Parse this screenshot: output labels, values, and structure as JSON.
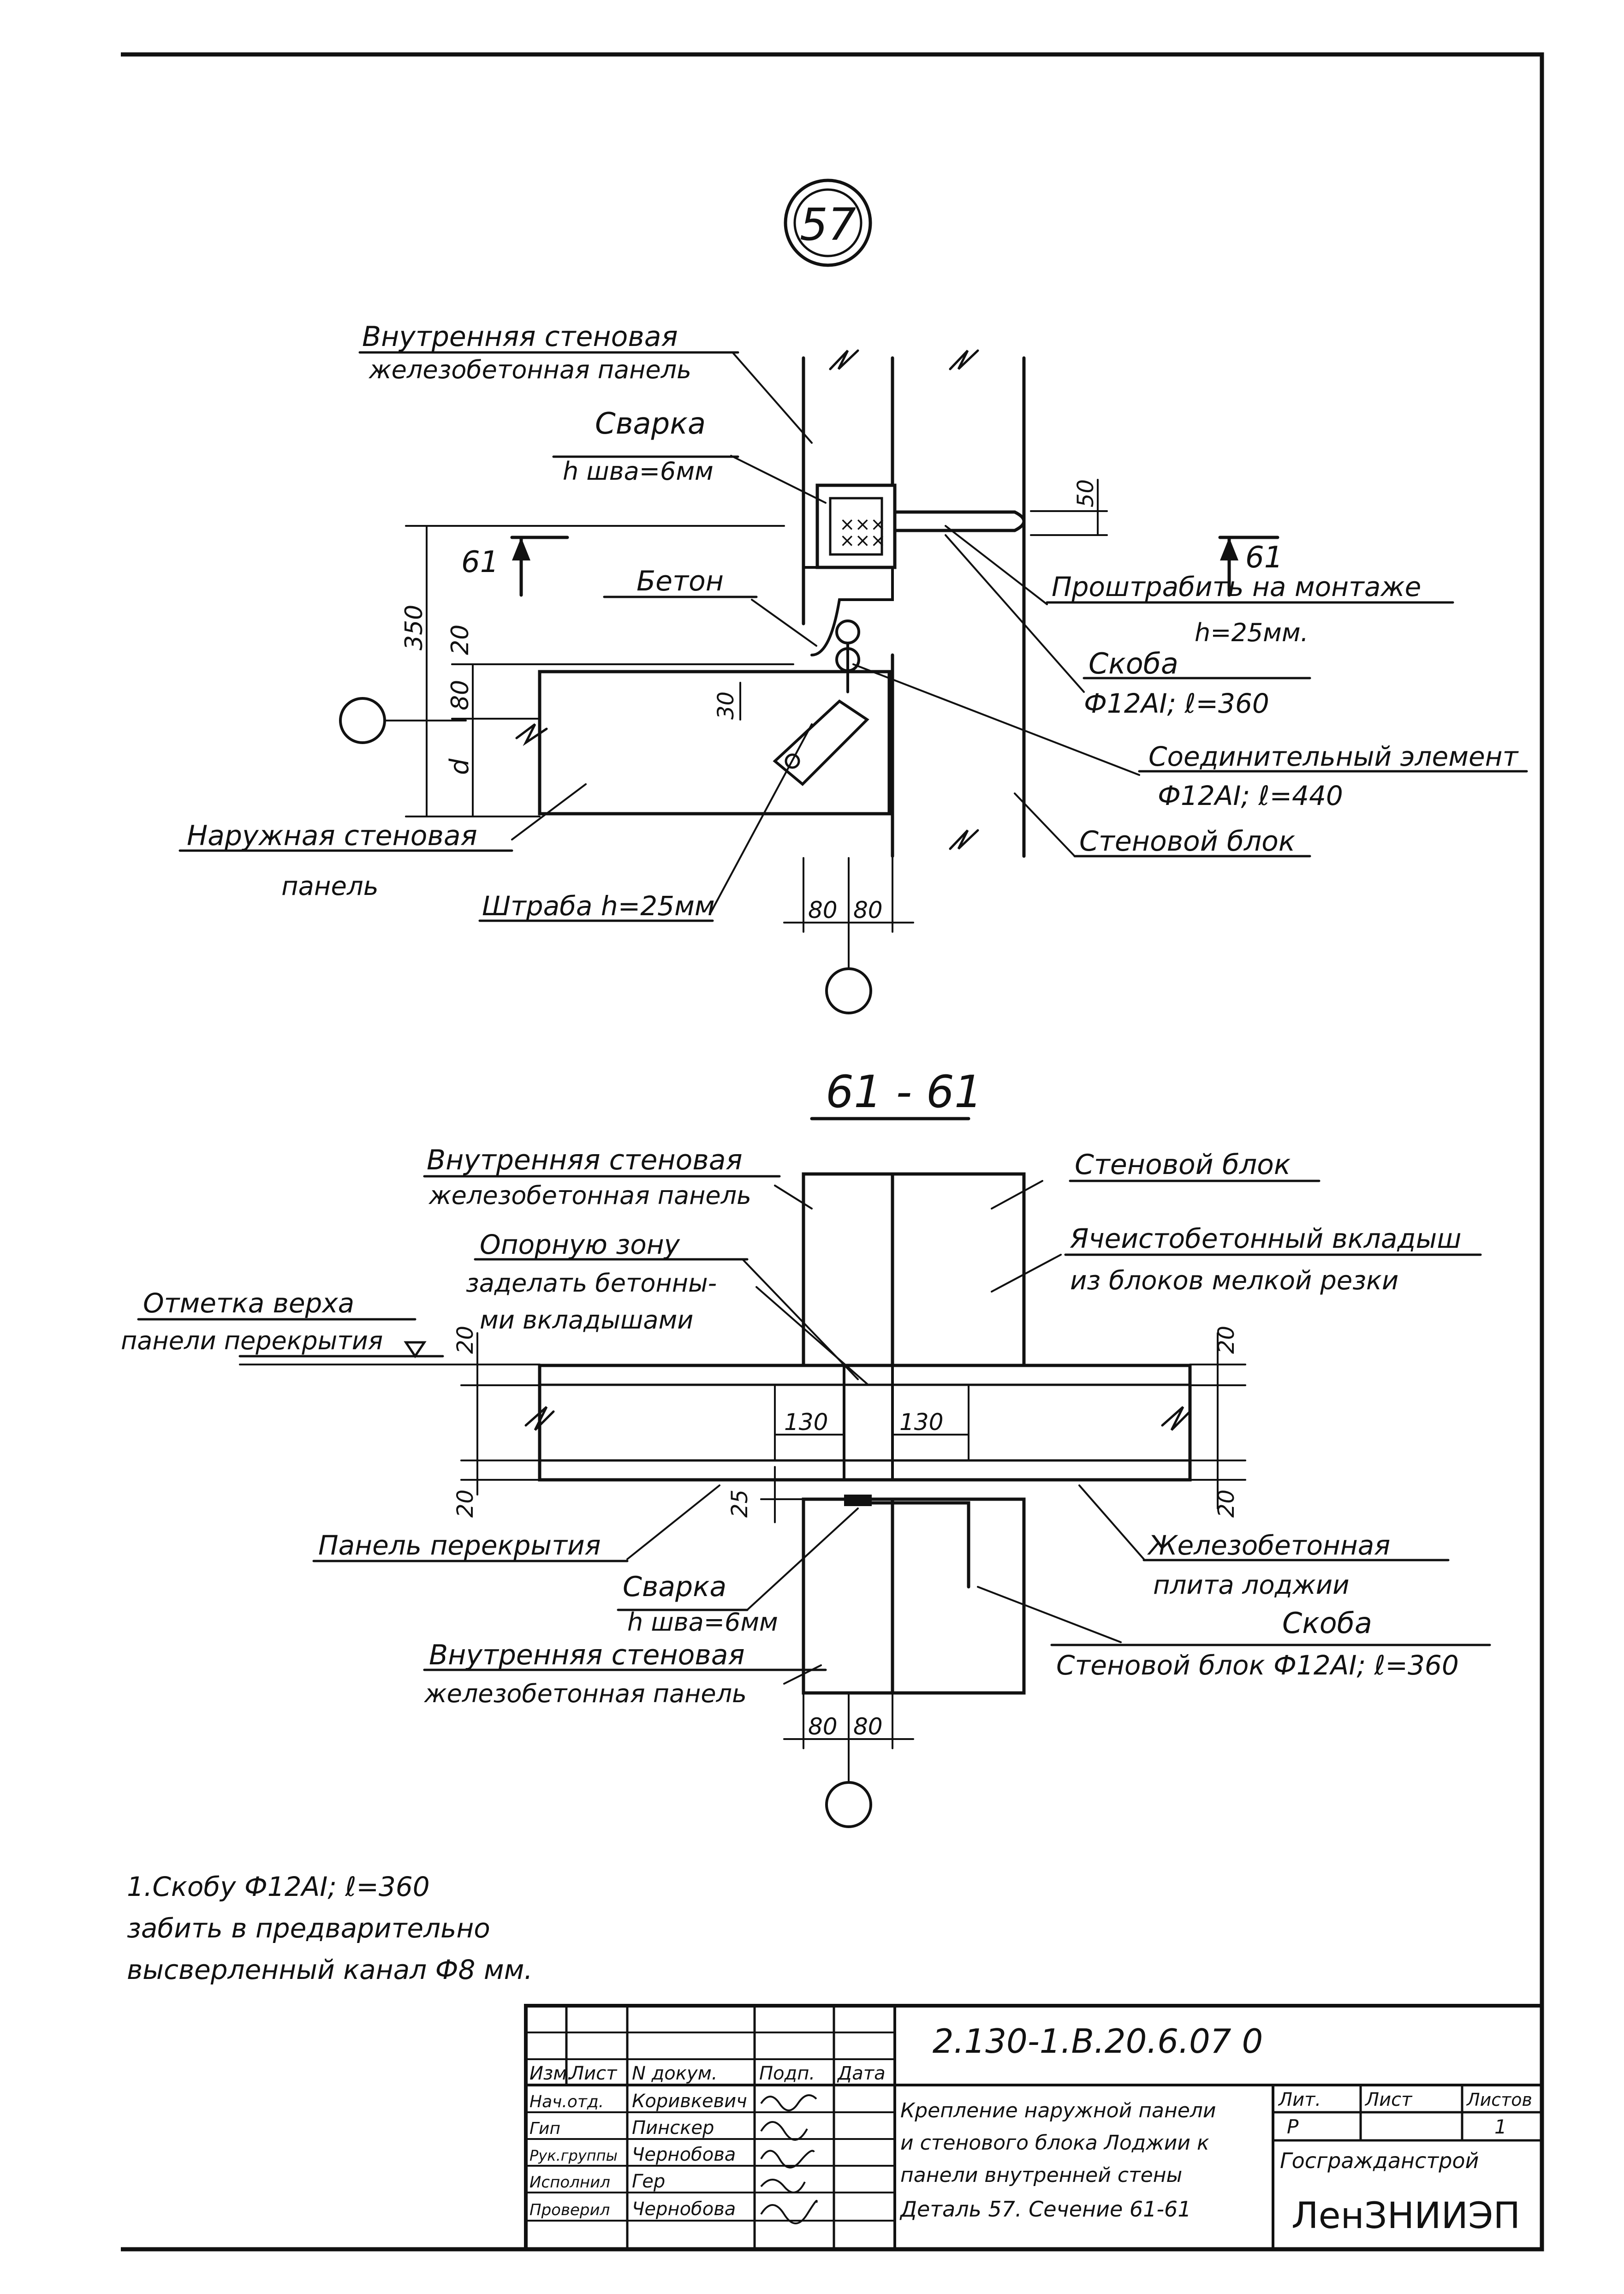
{
  "detail": {
    "number": "57"
  },
  "top_view": {
    "labels": {
      "inner_panel_1": "Внутренняя стеновая",
      "inner_panel_2": "железобетонная панель",
      "weld_1": "Сварка",
      "weld_2": "h шва=6мм",
      "section_mark": "61",
      "concrete": "Бетон",
      "groove_on_site_1": "Проштрабить на монтаже",
      "groove_on_site_2": "h=25мм.",
      "bracket_1": "Скоба",
      "bracket_2": "Ф12АI; ℓ=360",
      "connector_1": "Соединительный элемент",
      "connector_2": "Ф12АI; ℓ=440",
      "outer_panel_1": "Наружная стеновая",
      "outer_panel_2": "панель",
      "wall_block": "Стеновой блок",
      "groove": "Штраба h=25мм"
    },
    "dims": {
      "d350": "350",
      "d20": "20",
      "d80": "80",
      "d_d": "d",
      "d30": "30",
      "d50": "50",
      "w80a": "80",
      "w80b": "80"
    }
  },
  "section": {
    "title": "61 - 61",
    "labels": {
      "inner_panel_1": "Внутренняя стеновая",
      "inner_panel_2": "железобетонная панель",
      "wall_block": "Стеновой блок",
      "support_1": "Опорную зону",
      "support_2": "заделать бетонны-",
      "support_3": "ми вкладышами",
      "insert_1": "Ячеистобетонный вкладыш",
      "insert_2": "из блоков мелкой резки",
      "top_mark_1": "Отметка верха",
      "top_mark_2": "панели перекрытия",
      "floor_panel": "Панель перекрытия",
      "weld_1": "Сварка",
      "weld_2": "h шва=6мм",
      "rc_slab_1": "Железобетонная",
      "rc_slab_2": "плита лоджии",
      "bracket": "Скоба",
      "inner_panel2_1": "Внутренняя стеновая",
      "inner_panel2_2": "железобетонная панель",
      "wall_block_2": "Стеновой блок Ф12АI; ℓ=360"
    },
    "dims": {
      "d20_top": "20",
      "d20_right": "20",
      "d130a": "130",
      "d130b": "130",
      "d20_bottom": "20",
      "d20_br": "20",
      "d25": "25",
      "w80a": "80",
      "w80b": "80"
    }
  },
  "notes": [
    "1.Скобу Ф12АI; ℓ=360",
    "забить в предварительно",
    "высверленный канал Ф8 мм."
  ],
  "title_block": {
    "code": "2.130-1.В.20.6.07 0",
    "headers": [
      "Изм.",
      "Лист",
      "N докум.",
      "Подп.",
      "Дата"
    ],
    "rows": [
      {
        "role": "Нач.отд.",
        "name": "Коривкевич"
      },
      {
        "role": "Гип",
        "name": "Пинскер"
      },
      {
        "role": "Рук.группы",
        "name": "Чернобова"
      },
      {
        "role": "Исполнил",
        "name": "Гер"
      },
      {
        "role": "Проверил",
        "name": "Чернобова"
      }
    ],
    "description": [
      "Крепление наружной панели",
      "и стенового блока Лоджии к",
      "панели внутренней стены",
      "Деталь 57. Сечение 61-61"
    ],
    "lit_label": "Лит.",
    "sheet_label": "Лист",
    "sheets_label": "Листов",
    "lit_value": "Р",
    "sheets_value": "1",
    "org_1": "Госгражданстрой",
    "org_2": "ЛенЗНИИЭП"
  }
}
